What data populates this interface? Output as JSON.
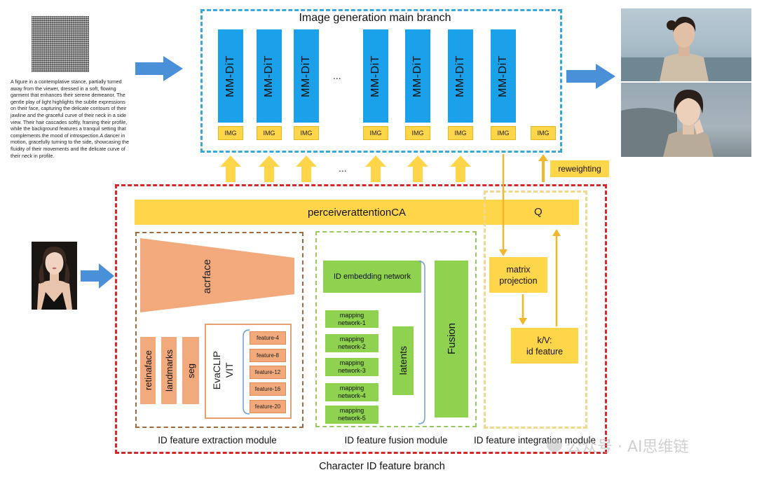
{
  "prompt_text": "A figure in a contemplative stance, partially turned away from the viewer, dressed in a soft, flowing garment that enhances their serene demeanor. The gentle play of light highlights the subtle expressions on their face, capturing the delicate contours of their jawline and the graceful curve of their neck in a side view. Their hair cascades softly, framing their profile, while the background features a tranquil setting that complements the mood of introspection.A dancer in motion, gracefully turning to the side, showcasing the fluidity of their movements and the delicate curve of their neck in profile.",
  "main_branch": {
    "title": "Image generation main branch",
    "block_label": "MM-DiT",
    "img_label": "IMG",
    "ellipsis": "...",
    "blocks": [
      "MM-DiT",
      "MM-DiT",
      "MM-DiT",
      "MM-DiT",
      "MM-DiT",
      "MM-DiT",
      "MM-DiT"
    ]
  },
  "arrows_ellipsis": "...",
  "reweighting": "reweighting",
  "perceiver": {
    "label": "perceiverattentionCA",
    "q": "Q"
  },
  "extraction": {
    "acrface": "acrface",
    "retinaface": "retinaface",
    "landmarks": "landmarks",
    "seg": "seg",
    "evaclip_1": "EvaCLIP",
    "evaclip_2": "VIT",
    "features": [
      "feature-4",
      "feature-8",
      "feature-12",
      "feature-16",
      "feature-20"
    ],
    "caption": "ID feature extraction module"
  },
  "fusion": {
    "id_embedding": "ID embedding network",
    "mapping": [
      [
        "mapping",
        "network-1"
      ],
      [
        "mapping",
        "network-2"
      ],
      [
        "mapping",
        "network-3"
      ],
      [
        "mapping",
        "network-4"
      ],
      [
        "mapping",
        "network-5"
      ]
    ],
    "latents": "latents",
    "fusion": "Fusion",
    "caption": "ID feature fusion module"
  },
  "integration": {
    "matrix_1": "matrix",
    "matrix_2": "projection",
    "kv_1": "k/V:",
    "kv_2": "id feature",
    "caption": "ID feature integration module"
  },
  "branch_caption": "Character ID feature branch",
  "watermark": "公众号 · AI思维链",
  "colors": {
    "blue_arrow": "#4a90d9",
    "mmdit": "#1ba1ea",
    "yellow": "#ffd54a",
    "orange": "#f2a97c",
    "green": "#8ed24f",
    "red_dash": "#d42a2a",
    "blue_dash": "#3aa9d9"
  }
}
